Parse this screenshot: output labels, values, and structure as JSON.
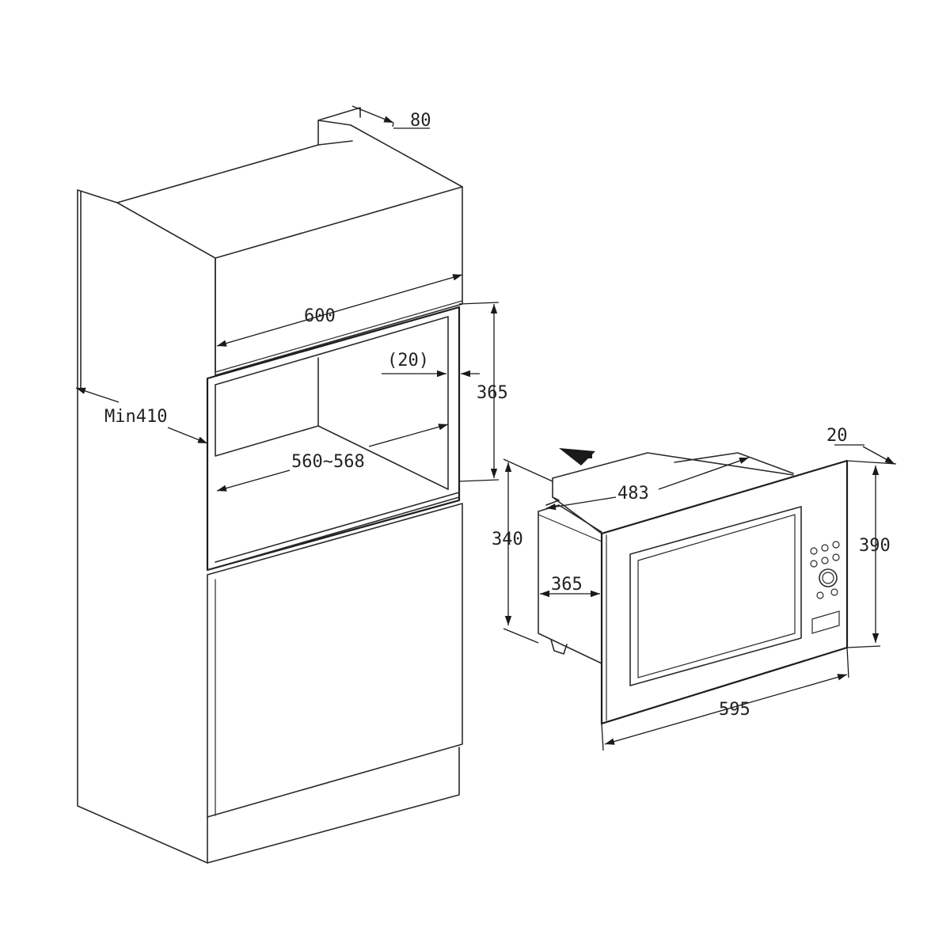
{
  "dimensions": {
    "top_depth": "80",
    "cabinet_width": "600",
    "panel_gap": "(20)",
    "niche_height": "365",
    "cabinet_depth": "Min410",
    "niche_width": "560~568",
    "frame_offset": "20",
    "appliance_body_width": "483",
    "appliance_frame_height": "390",
    "appliance_body_height": "340",
    "appliance_depth": "365",
    "appliance_frame_width": "595"
  },
  "icons": {
    "insert_arrow": "insert-direction-arrow-icon",
    "control_knob": "rotary-knob-icon"
  },
  "colors": {
    "line": "#2a2a2a",
    "background": "#ffffff"
  }
}
